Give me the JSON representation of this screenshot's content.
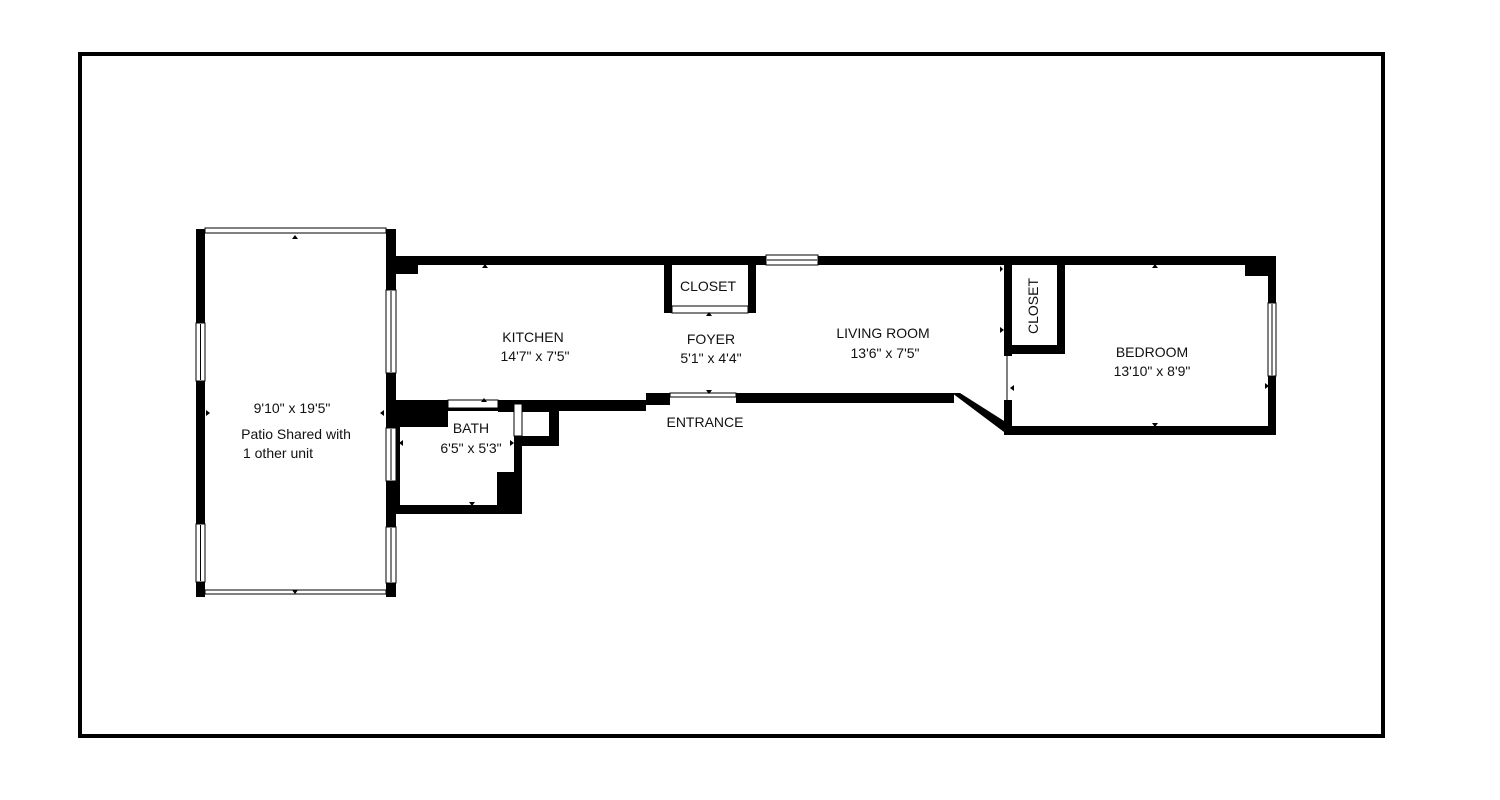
{
  "floorplan": {
    "patio": {
      "dimensions": "9'10\" x 19'5\"",
      "note_line1": "Patio Shared with",
      "note_line2": "1 other unit"
    },
    "kitchen": {
      "name": "KITCHEN",
      "dimensions": "14'7\" x 7'5\""
    },
    "closet_foyer": {
      "name": "CLOSET"
    },
    "foyer": {
      "name": "FOYER",
      "dimensions": "5'1\" x 4'4\""
    },
    "living_room": {
      "name": "LIVING ROOM",
      "dimensions": "13'6\" x  7'5\""
    },
    "closet_bedroom": {
      "name": "CLOSET"
    },
    "bedroom": {
      "name": "BEDROOM",
      "dimensions": "13'10\" x 8'9\""
    },
    "bath": {
      "name": "BATH",
      "dimensions": "6'5\" x 5'3\""
    },
    "entrance": {
      "name": "ENTRANCE"
    }
  },
  "colors": {
    "wall": "#000000",
    "background": "#ffffff",
    "text": "#111111"
  }
}
